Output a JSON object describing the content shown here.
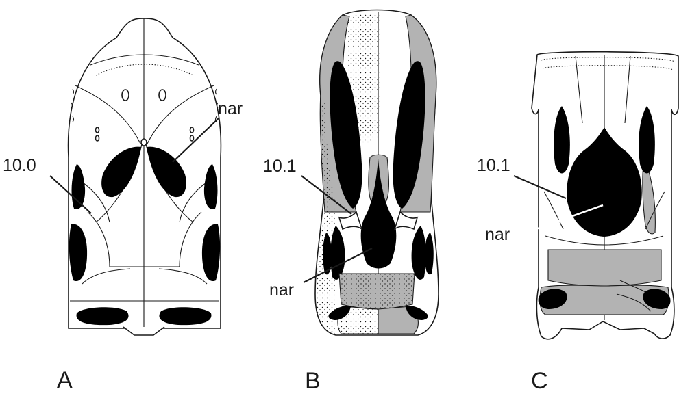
{
  "panels": [
    {
      "letter": "A",
      "labels": [
        "10.0",
        "nar"
      ]
    },
    {
      "letter": "B",
      "labels": [
        "10.1",
        "nar"
      ]
    },
    {
      "letter": "C",
      "labels": [
        "10.1",
        "nar"
      ]
    }
  ],
  "colors": {
    "ink": "#1a1a1a",
    "opening": "#000000",
    "shaded_bone": "#b3b3b3",
    "background": "#ffffff"
  }
}
